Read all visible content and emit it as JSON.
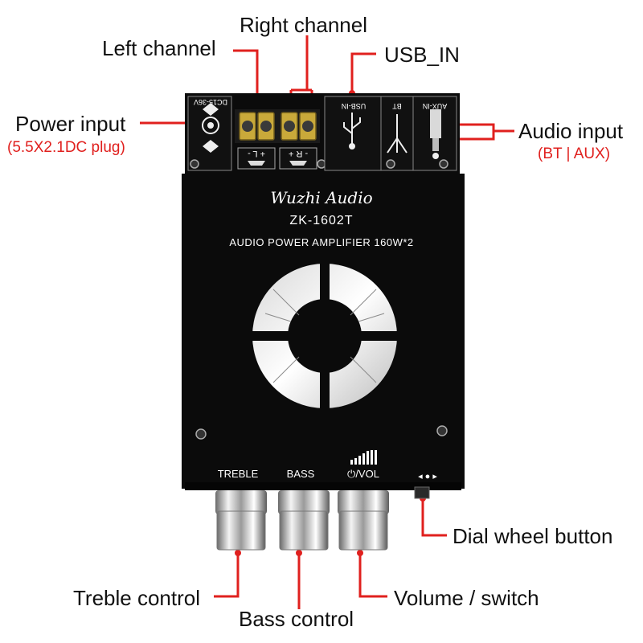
{
  "labels": {
    "right_channel": "Right channel",
    "left_channel": "Left channel",
    "usb_in": "USB_IN",
    "power_input": "Power input",
    "power_input_sub": "(5.5X2.1DC plug)",
    "audio_input": "Audio input",
    "audio_input_sub": "(BT | AUX)",
    "dial_wheel_button": "Dial wheel button",
    "treble_control": "Treble control",
    "volume_switch": "Volume / switch",
    "bass_control": "Bass control"
  },
  "board": {
    "brand": "Wuzhi Audio",
    "model": "ZK-1602T",
    "description": "AUDIO POWER AMPLIFIER 160W*2",
    "dc_label": "DC15-36V",
    "usb_label": "USB-IN",
    "bt_label": "BT",
    "aux_label": "AUX-IN",
    "left_speaker": "+ L -",
    "right_speaker": "- R +",
    "knob_treble": "TREBLE",
    "knob_bass": "BASS",
    "knob_vol": "⏻/VOL",
    "dial_arrows": "◂ ● ▸"
  },
  "colors": {
    "leader_red": "#e0201e",
    "board_black": "#0b0b0b",
    "text_dark": "#111111"
  }
}
